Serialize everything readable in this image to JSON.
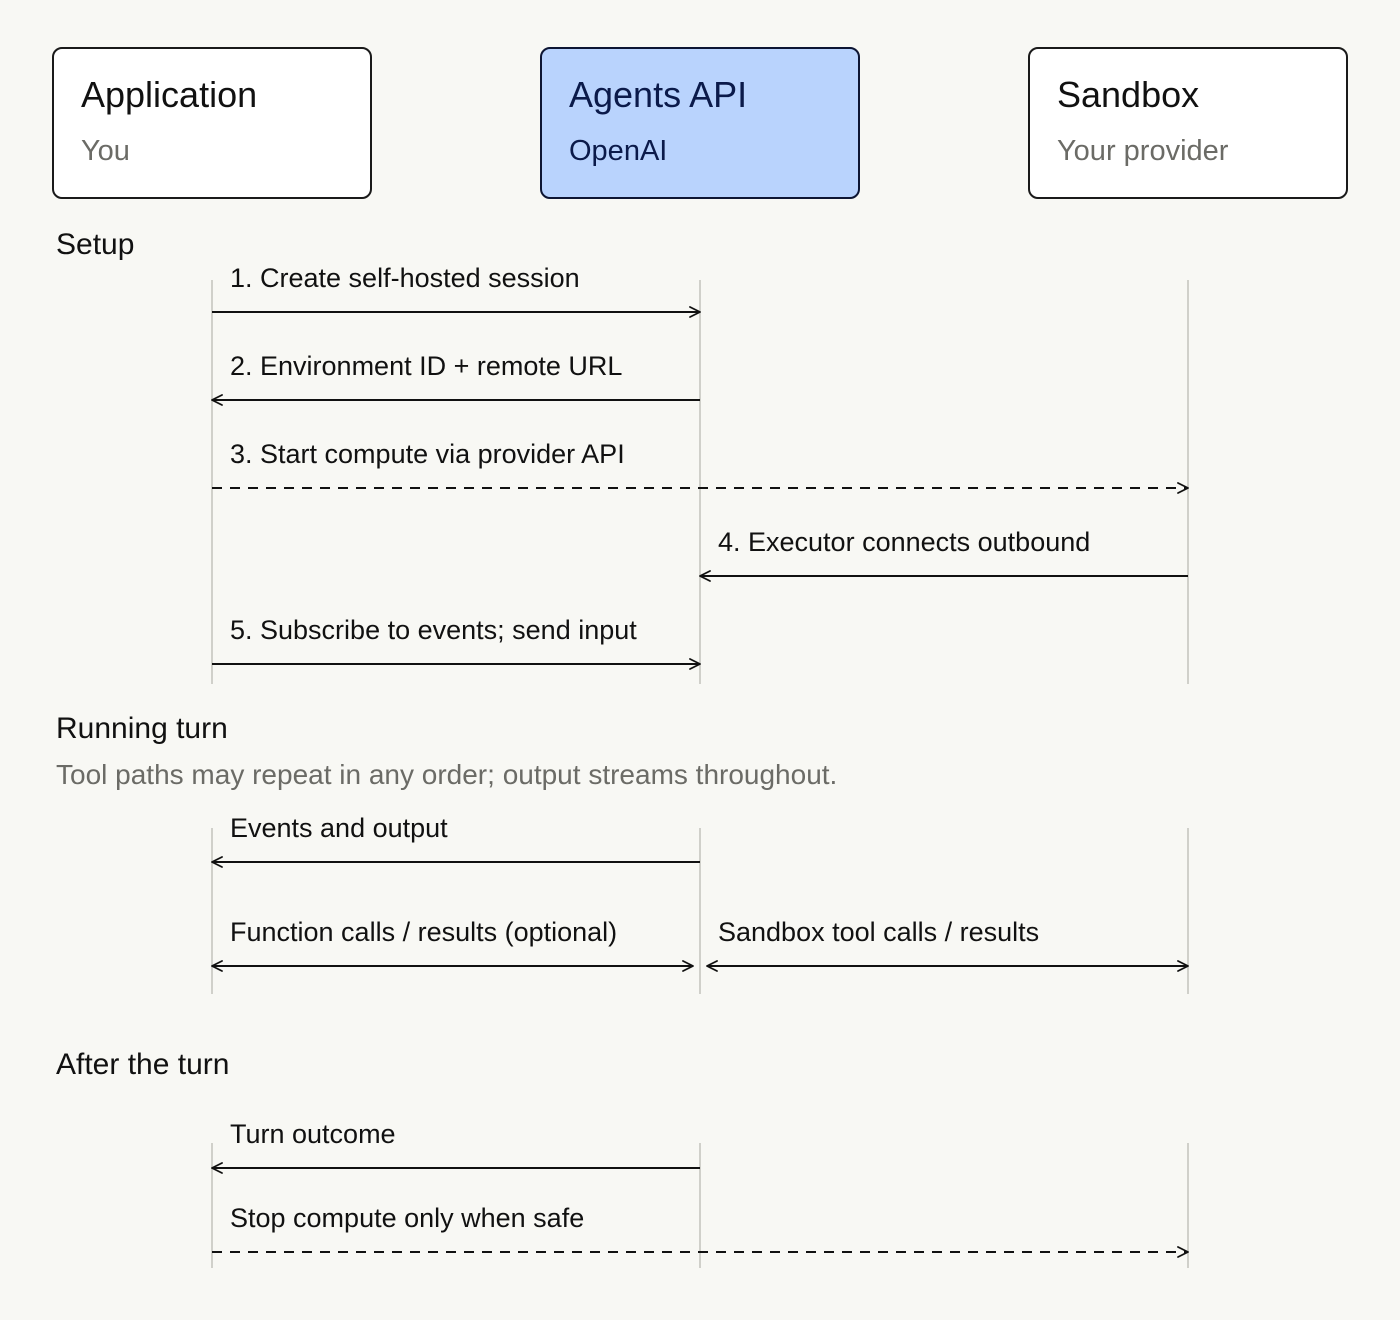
{
  "actors": [
    {
      "id": "app",
      "title": "Application",
      "subtitle": "You",
      "highlight": false
    },
    {
      "id": "api",
      "title": "Agents API",
      "subtitle": "OpenAI",
      "highlight": true
    },
    {
      "id": "sandbox",
      "title": "Sandbox",
      "subtitle": "Your provider",
      "highlight": false
    }
  ],
  "sections": [
    {
      "id": "setup",
      "heading": "Setup",
      "note": "",
      "messages": [
        {
          "label": "1. Create self-hosted session",
          "from": "app",
          "to": "api",
          "style": "solid",
          "direction": "forward"
        },
        {
          "label": "2. Environment ID + remote URL",
          "from": "api",
          "to": "app",
          "style": "solid",
          "direction": "forward"
        },
        {
          "label": "3. Start compute via provider API",
          "from": "app",
          "to": "sandbox",
          "style": "dashed",
          "direction": "forward"
        },
        {
          "label": "4. Executor connects outbound",
          "from": "sandbox",
          "to": "api",
          "style": "solid",
          "direction": "forward"
        },
        {
          "label": "5. Subscribe to events; send input",
          "from": "app",
          "to": "api",
          "style": "solid",
          "direction": "forward"
        }
      ]
    },
    {
      "id": "running",
      "heading": "Running turn",
      "note": "Tool paths may repeat in any order; output streams throughout.",
      "messages": [
        {
          "label": "Events and output",
          "from": "api",
          "to": "app",
          "style": "solid",
          "direction": "forward"
        },
        {
          "label": "Function calls / results (optional)",
          "from": "app",
          "to": "api",
          "style": "solid",
          "direction": "both"
        },
        {
          "label": "Sandbox tool calls / results",
          "from": "api",
          "to": "sandbox",
          "style": "solid",
          "direction": "both"
        }
      ]
    },
    {
      "id": "after",
      "heading": "After the turn",
      "note": "",
      "messages": [
        {
          "label": "Turn outcome",
          "from": "api",
          "to": "app",
          "style": "solid",
          "direction": "forward"
        },
        {
          "label": "Stop compute only when safe",
          "from": "app",
          "to": "sandbox",
          "style": "dashed",
          "direction": "forward"
        }
      ]
    }
  ],
  "colors": {
    "background": "#f8f8f4",
    "lifeline": "#d0d0ca",
    "arrow": "#111111",
    "highlight_fill": "#b9d3fd",
    "muted_text": "#6b6b66"
  }
}
